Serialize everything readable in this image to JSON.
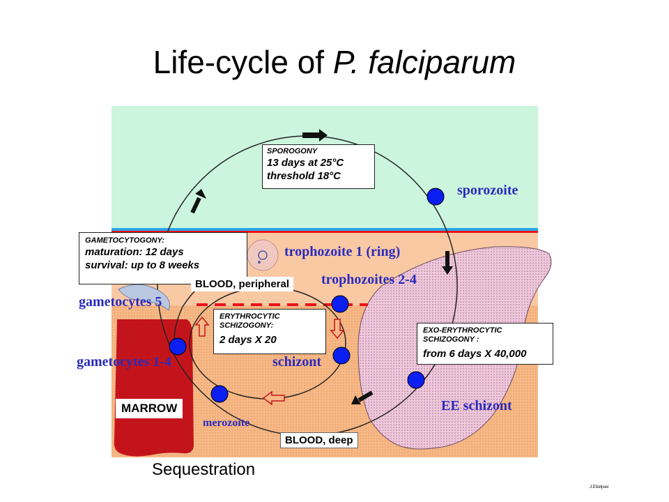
{
  "title": {
    "main": "Life-cycle of ",
    "italic": "P. falciparum"
  },
  "boxes": {
    "sporogony": {
      "heading": "SPOROGONY",
      "line1": "13 days at 25°C",
      "line2": "threshold 18°C"
    },
    "gametocytogony": {
      "heading": "GAMETOCYTOGONY:",
      "line1": "maturation: 12 days",
      "line2": "survival: up to 8 weeks"
    },
    "erythrocytic": {
      "heading": "ERYTHROCYTIC SCHIZOGONY:",
      "line1": "2 days X 20"
    },
    "exo": {
      "heading": "EXO-ERYTHROCYTIC SCHIZOGONY :",
      "line1": "from 6 days X 40,000"
    }
  },
  "stages": {
    "sporozoite": "sporozoite",
    "trophozoite_ring": "trophozoite  1 (ring)",
    "trophozoites": "trophozoites  2-4",
    "gametocytes5": "gametocytes 5",
    "gametocytes14": "gametocytes 1-4",
    "schizont": "schizont",
    "merozoite": "merozoite",
    "ee_schizont": "EE  schizont"
  },
  "locations": {
    "blood_peripheral": "BLOOD, peripheral",
    "blood_deep": "BLOOD, deep",
    "marrow": "MARROW",
    "sequestration": "Sequestration"
  },
  "credit": "J.Eßeljsev",
  "colors": {
    "mosquito": "#ccf5dd",
    "human": "#f9c9a4",
    "marrow": "#c4141b",
    "liver": "#efc8dc",
    "node": "#0a1ff0",
    "label": "#2b2bbd",
    "dashed": "#e8141b"
  }
}
